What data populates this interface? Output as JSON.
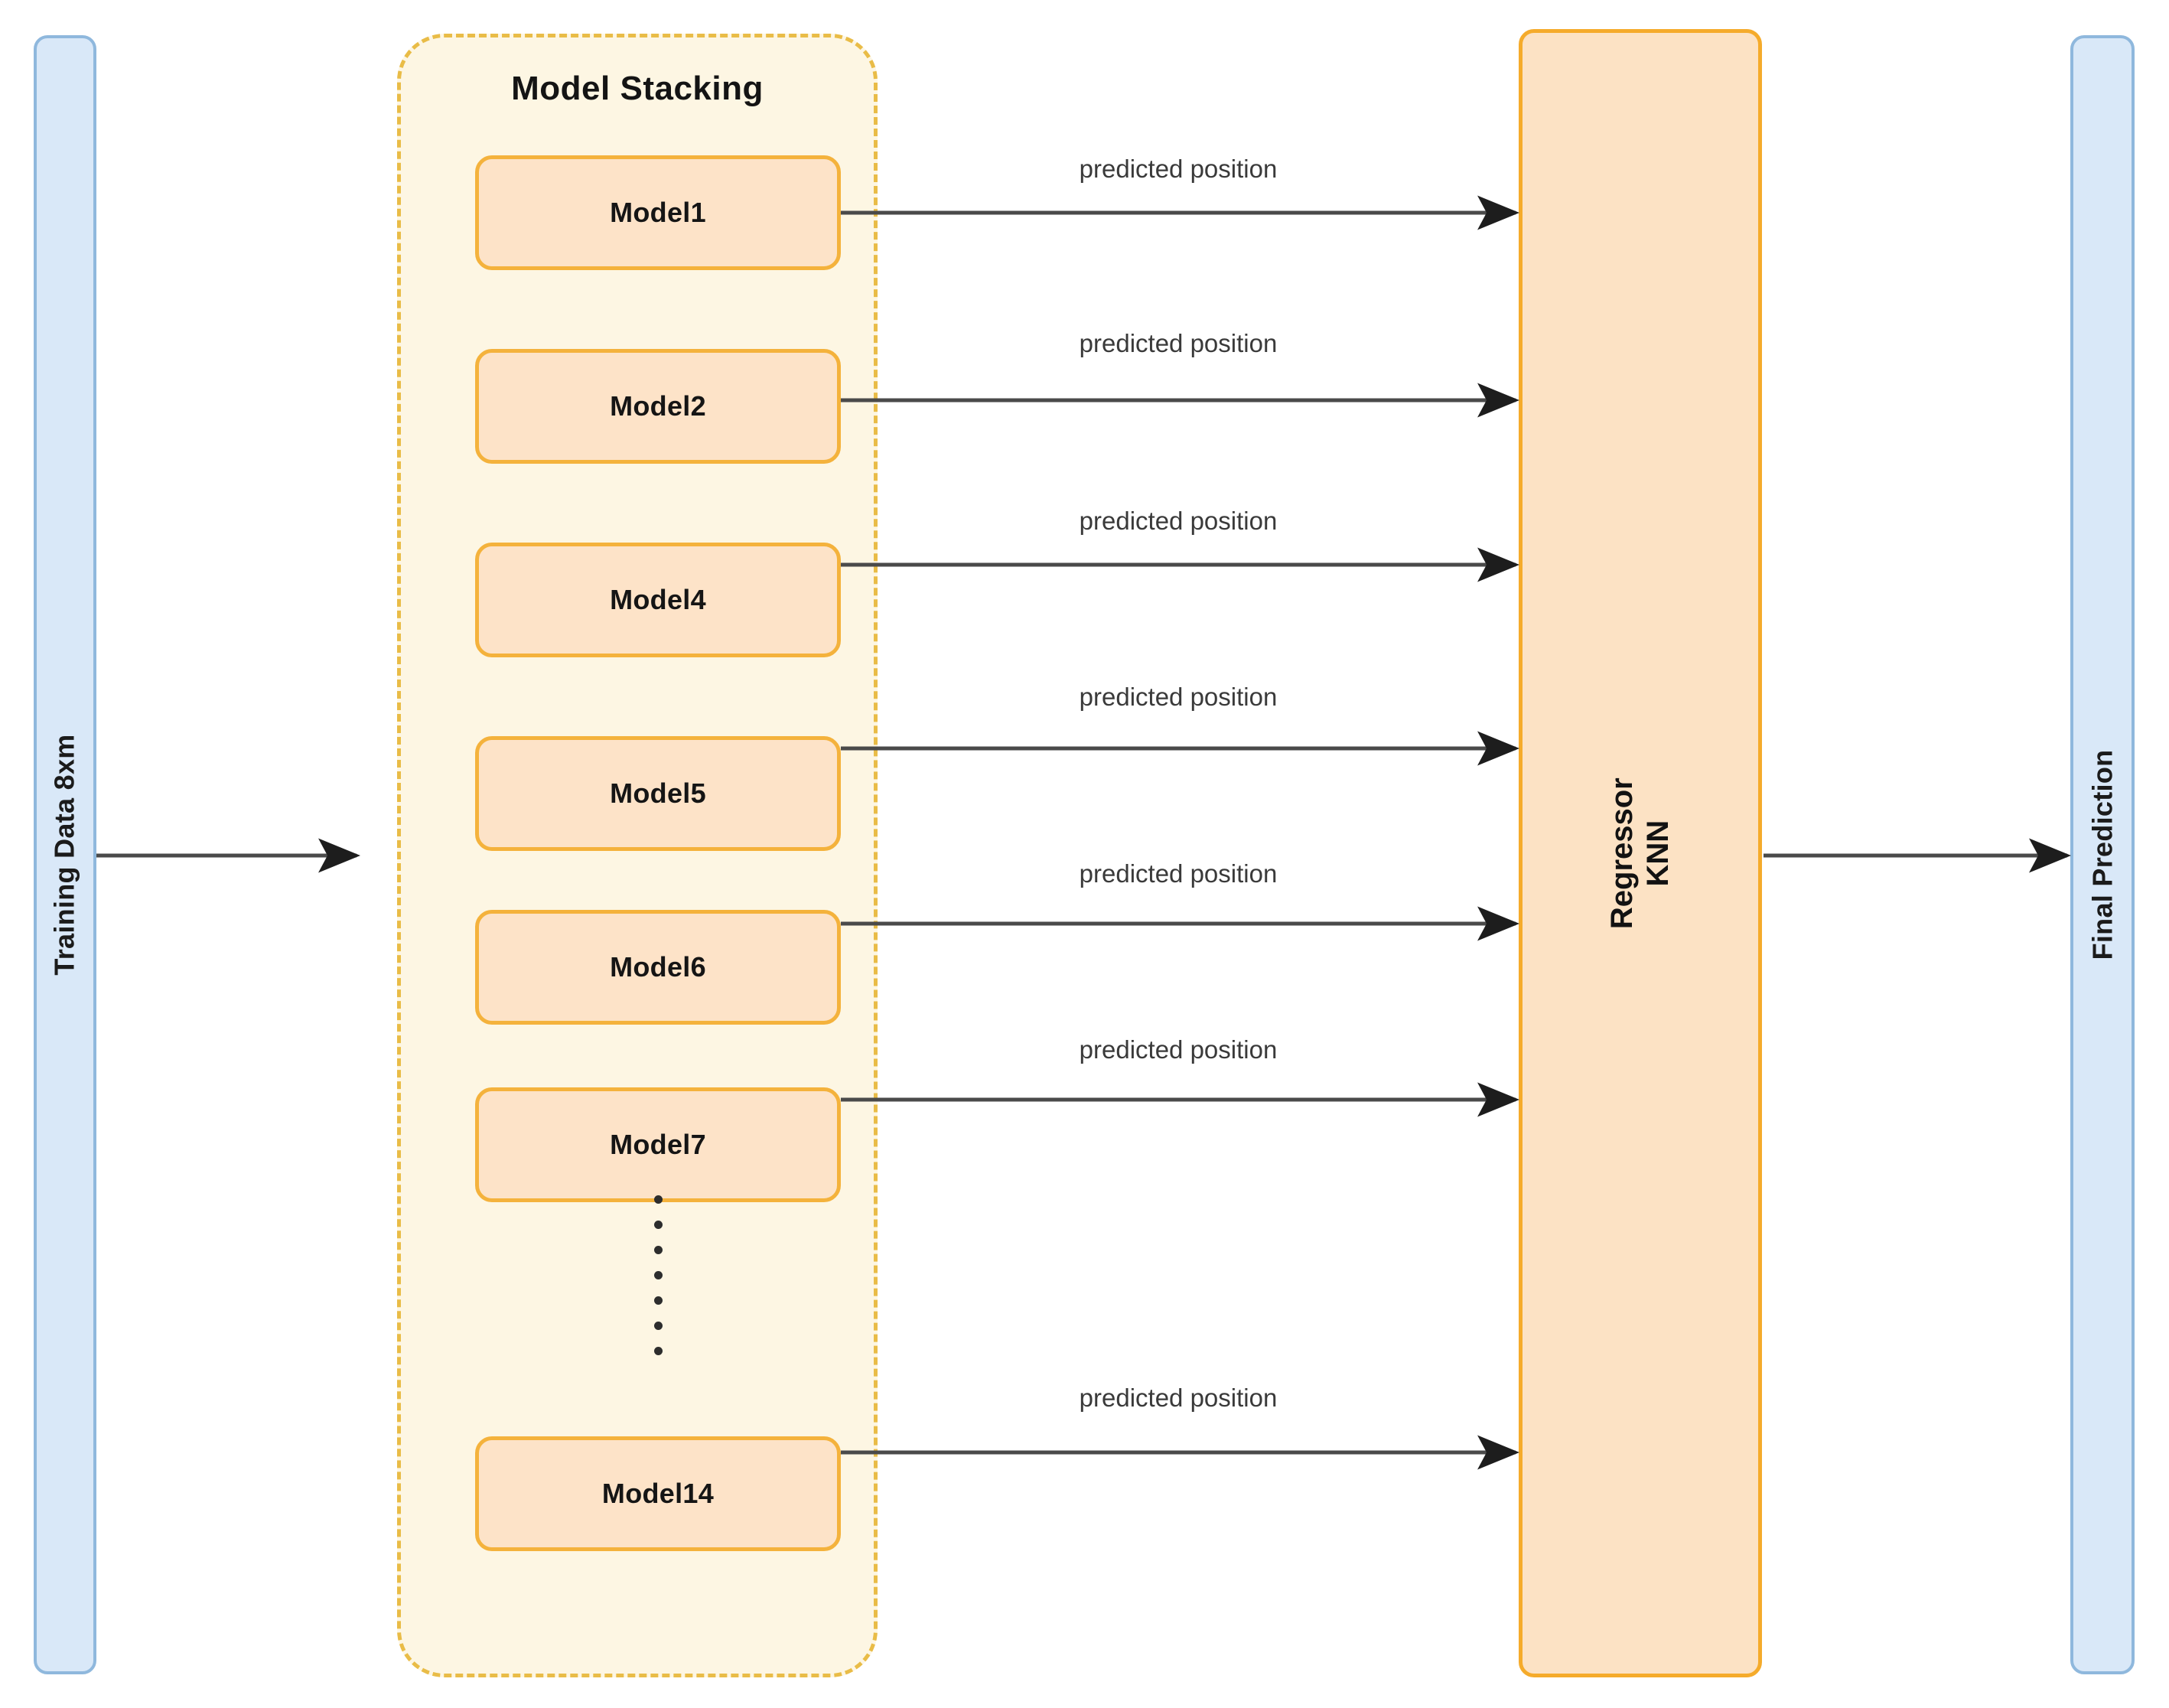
{
  "diagram": {
    "input": {
      "label": "Training Data 8xm"
    },
    "stacking": {
      "title": "Model Stacking",
      "models": [
        {
          "label": "Model1"
        },
        {
          "label": "Model2"
        },
        {
          "label": "Model4"
        },
        {
          "label": "Model5"
        },
        {
          "label": "Model6"
        },
        {
          "label": "Model7"
        },
        {
          "label": "Model14"
        }
      ],
      "ellipsis_dots": 7
    },
    "edge_labels": [
      "predicted position",
      "predicted position",
      "predicted position",
      "predicted position",
      "predicted position",
      "predicted position",
      "predicted position"
    ],
    "regressor": {
      "line1": "Regressor",
      "line2": "KNN"
    },
    "output": {
      "label": "Final Prediction"
    },
    "colors": {
      "blue_fill": "#d9e8f8",
      "blue_border": "#8fb8dd",
      "orange_fill": "#fde3c8",
      "orange_border": "#f4b23c",
      "container_fill": "#fdf6e3",
      "container_border": "#e9bc47",
      "arrow": "#4a4a4a",
      "text": "#151515"
    }
  }
}
